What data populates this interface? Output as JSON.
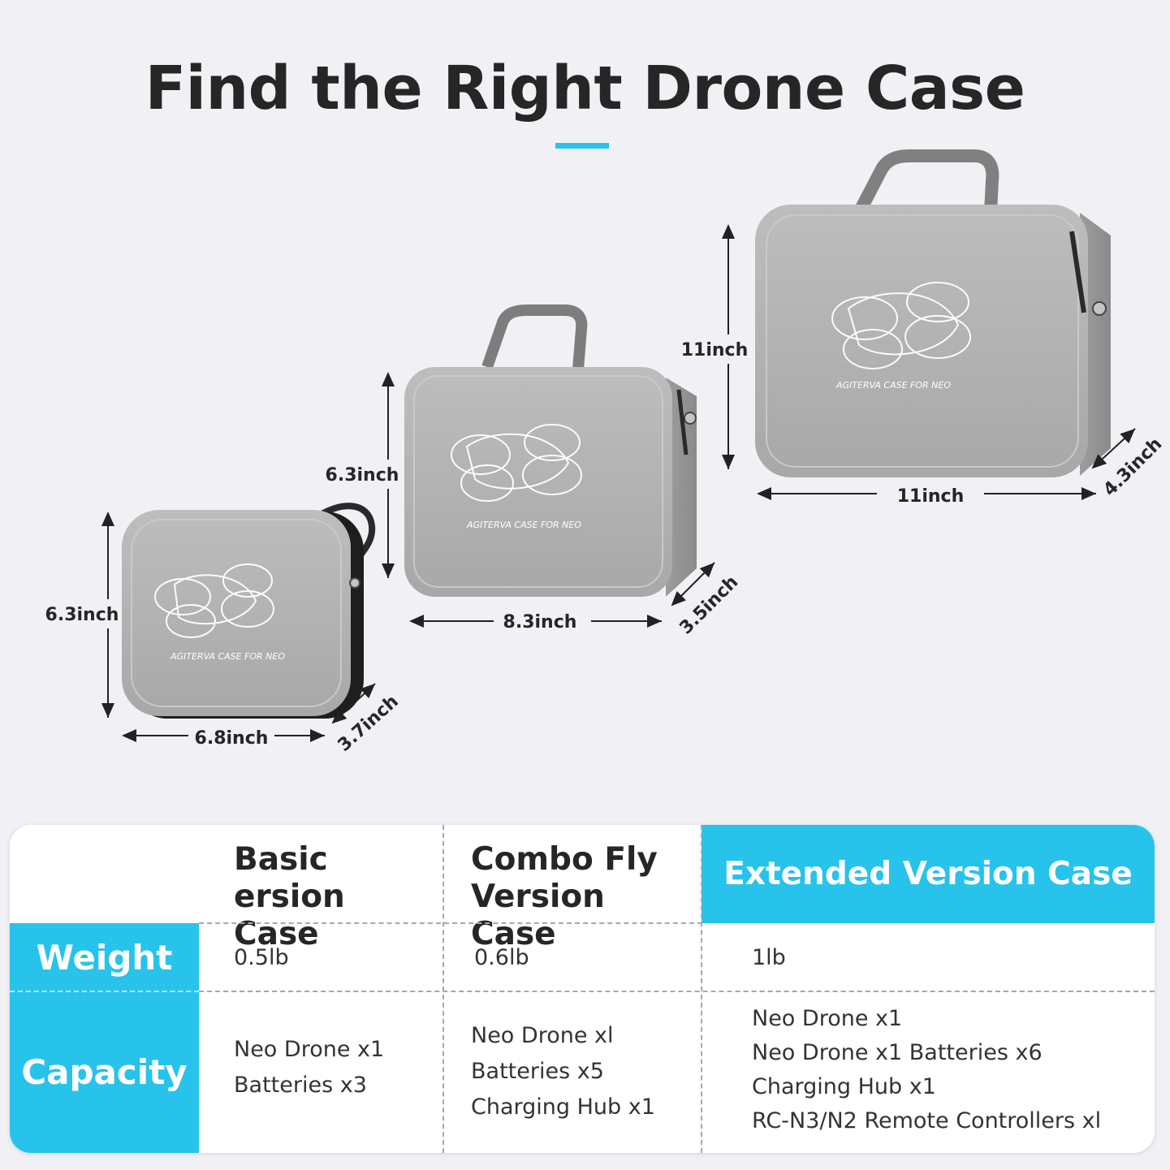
{
  "title": "Find the Right Drone Case",
  "colors": {
    "accent": "#27c3ea",
    "case_gray": "#b3b3b3",
    "text_dark": "#262626"
  },
  "cases": [
    {
      "name": "basic",
      "logo": "AGITERVA CASE FOR NEO",
      "height": "6.3inch",
      "width": "6.8inch",
      "depth": "3.7inch"
    },
    {
      "name": "combo",
      "logo": "AGITERVA CASE FOR NEO",
      "height": "6.3inch",
      "width": "8.3inch",
      "depth": "3.5inch"
    },
    {
      "name": "extended",
      "logo": "AGITERVA CASE FOR NEO",
      "height": "11inch",
      "width": "11inch",
      "depth": "4.3inch"
    }
  ],
  "table": {
    "columns": [
      "Basic ersion Case",
      "Combo Fly Version Case",
      "Extended Version Case"
    ],
    "column_lines": [
      [
        "Basic ersion",
        "Case"
      ],
      [
        "Combo Fly",
        "Version Case"
      ]
    ],
    "rows": [
      {
        "label": "Weight",
        "values": [
          [
            "0.5lb"
          ],
          [
            "0.6lb"
          ],
          [
            "1lb"
          ]
        ]
      },
      {
        "label": "Capacity",
        "values": [
          [
            "Neo Drone x1",
            "Batteries x3"
          ],
          [
            "Neo Drone xl",
            "Batteries x5",
            "Charging Hub x1"
          ],
          [
            "Neo Drone x1",
            "Neo Drone x1  Batteries x6",
            "Charging Hub x1",
            "RC-N3/N2 Remote Controllers xl"
          ]
        ]
      }
    ]
  }
}
